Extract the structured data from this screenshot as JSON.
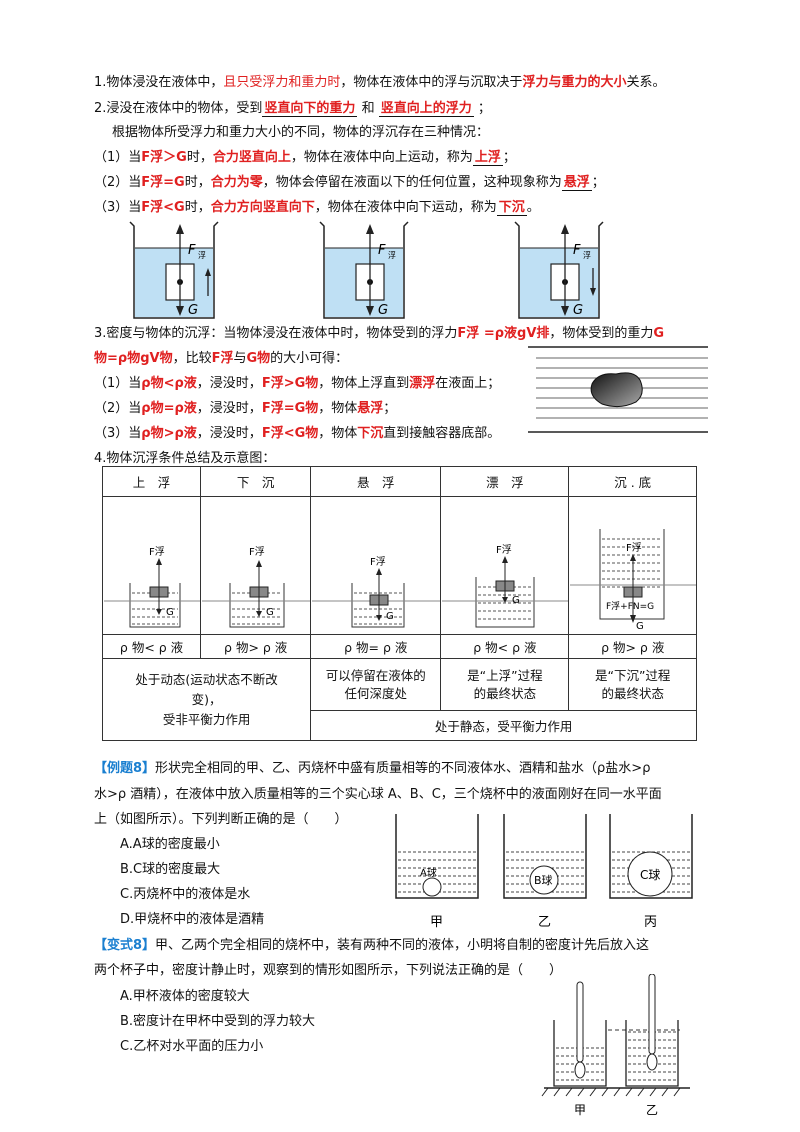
{
  "p1": {
    "a": "1.物体浸没在液体中，",
    "b": "且只受浮力和重力时",
    "c": "，物体在液体中的浮与沉取决于",
    "d": "浮力与重力的大小",
    "e": "关系。"
  },
  "p2": {
    "a": "2.浸没在液体中的物体，受到",
    "b": "竖直向下的重力",
    "c": "和",
    "d": "竖直向上的浮力",
    "e": "；"
  },
  "p3": "根据物体所受浮力和重力大小的不同，物体的浮沉存在三种情况：",
  "c1": {
    "a": "（1）当",
    "b": "F浮＞G",
    "c": "时，",
    "d": "合力竖直向上",
    "e": "，物体在液体中向上运动，称为",
    "f": "上浮",
    "g": "；"
  },
  "c2": {
    "a": "（2）当",
    "b": "F浮=G",
    "c": "时，",
    "d": "合力为零",
    "e": "，物体会停留在液面以下的任何位置，这种现象称为",
    "f": "悬浮",
    "g": "；"
  },
  "c3": {
    "a": "（3）当",
    "b": "F浮<G",
    "c": "时，",
    "d": "合力方向竖直向下",
    "e": "，物体在液体中向下运动，称为",
    "f": "下沉",
    "g": "。"
  },
  "beaker_labels": {
    "F": "F",
    "sub": "浮",
    "G": "G"
  },
  "p4": {
    "a": "3.密度与物体的沉浮：当物体浸没在液体中时，物体受到的浮力",
    "b": "F浮 =ρ液gV排",
    "c": "，物体受到的重力",
    "d": "G"
  },
  "p5": {
    "a": "物=ρ物gV物",
    "b": "，比较",
    "c": "F浮",
    "d": "与",
    "e": "G物",
    "f": "的大小可得："
  },
  "d1": {
    "a": "（1）当",
    "b": "ρ物<ρ液",
    "c": "，浸没时，",
    "d": "F浮>G物",
    "e": "，物体上浮直到",
    "f": "漂浮",
    "g": "在液面上；"
  },
  "d2": {
    "a": "（2）当",
    "b": "ρ物=ρ液",
    "c": "，浸没时，",
    "d": "F浮=G物",
    "e": "，物体",
    "f": "悬浮",
    "g": "；"
  },
  "d3": {
    "a": "（3）当",
    "b": "ρ物>ρ液",
    "c": "，浸没时，",
    "d": "F浮<G物",
    "e": "，物体",
    "f": "下沉",
    "g": "直到接触容器底部。"
  },
  "p6": "4.物体沉浮条件总结及示意图：",
  "table": {
    "headers": [
      "上　浮",
      "下　沉",
      "悬　浮",
      "漂　浮",
      "沉 . 底"
    ],
    "conditions": [
      "ρ 物< ρ 液",
      "ρ 物> ρ 液",
      "ρ 物= ρ 液",
      "ρ 物< ρ 液",
      "ρ 物> ρ 液"
    ],
    "state_moving": "处于动态(运动状态不断改变)，受非平衡力作用",
    "state_moving_l1": "处于动态(运动状态不断改",
    "state_moving_l2": "变)，",
    "state_moving_l3": "受非平衡力作用",
    "suspend_l1": "可以停留在液体的",
    "suspend_l2": "任何深度处",
    "float_l1": "是“上浮”过程",
    "float_l2": "的最终状态",
    "sink_l1": "是“下沉”过程",
    "sink_l2": "的最终状态",
    "static": "处于静态，受平衡力作用",
    "fig_labels": {
      "Ffu": "F浮",
      "G": "G",
      "bottom_eq": "F浮+FN=G"
    }
  },
  "ex8": {
    "tag": "【例题8】",
    "l1": "形状完全相同的甲、乙、丙烧杯中盛有质量相等的不同液体水、酒精和盐水（ρ盐水>ρ",
    "l2": "水>ρ 酒精），在液体中放入质量相等的三个实心球 A、B、C，三个烧杯中的液面刚好在同一水平面",
    "l3": "上（如图所示）。下列判断正确的是（　　）",
    "options": [
      "A.A球的密度最小",
      "B.C球的密度最大",
      "C.丙烧杯中的液体是水",
      "D.甲烧杯中的液体是酒精"
    ],
    "balls": [
      "A球",
      "B球",
      "C球"
    ],
    "cups": [
      "甲",
      "乙",
      "丙"
    ]
  },
  "var8": {
    "tag": "【变式8】",
    "l1": "甲、乙两个完全相同的烧杯中，装有两种不同的液体，小明将自制的密度计先后放入这",
    "l2": "两个杯子中，密度计静止时，观察到的情形如图所示，下列说法正确的是（　　）",
    "options": [
      "A.甲杯液体的密度较大",
      "B.密度计在甲杯中受到的浮力较大",
      "C.乙杯对水平面的压力小"
    ],
    "cups": [
      "甲",
      "乙"
    ]
  }
}
